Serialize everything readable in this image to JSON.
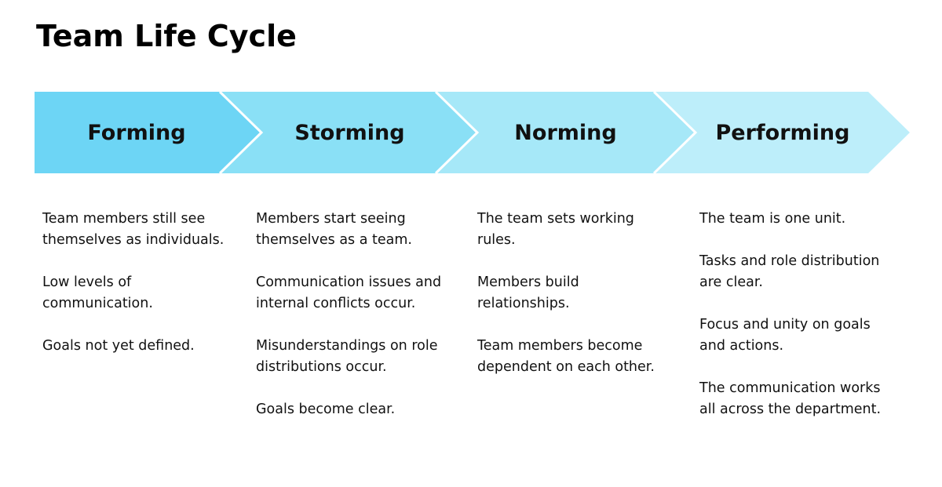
{
  "title": "Team Life Cycle",
  "colors": {
    "stage_fills": [
      "#6dd5f5",
      "#8ae0f6",
      "#a6e8f8",
      "#bdeefa"
    ],
    "text": "#111111",
    "separator": "#ffffff"
  },
  "stages": [
    {
      "label": "Forming",
      "points": [
        "Team members still see themselves as individuals.",
        "Low levels of communication.",
        "Goals not yet defined."
      ]
    },
    {
      "label": "Storming",
      "points": [
        "Members start seeing themselves as a team.",
        "Communication issues and internal conflicts occur.",
        "Misunderstandings on role distributions occur.",
        "Goals become clear."
      ]
    },
    {
      "label": "Norming",
      "points": [
        "The team sets working rules.",
        "Members build relationships.",
        "Team members become dependent on each other."
      ]
    },
    {
      "label": "Performing",
      "points": [
        "The team is one unit.",
        "Tasks and role distribution are clear.",
        "Focus and unity on goals and actions.",
        "The communication works all across the department."
      ]
    }
  ]
}
